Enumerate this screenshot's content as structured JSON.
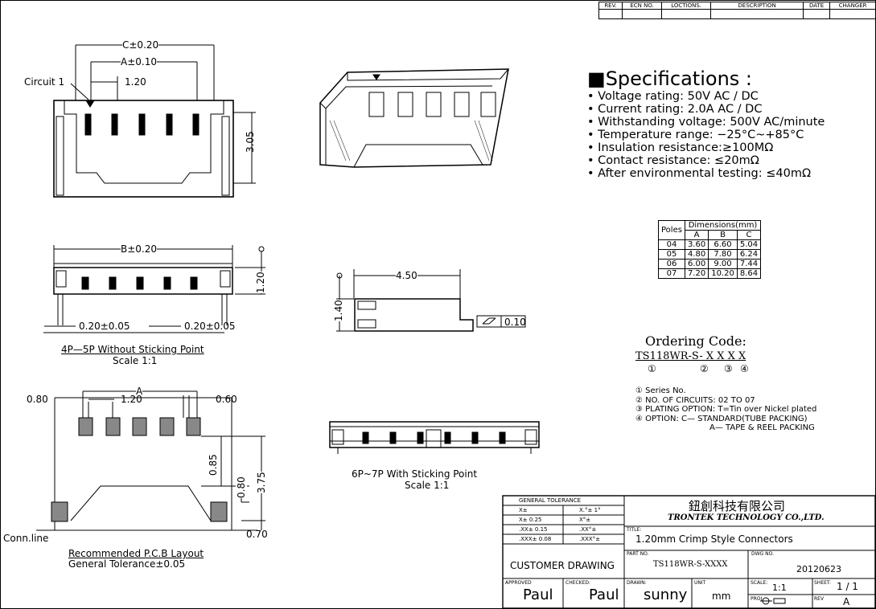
{
  "revision_table": {
    "headers": [
      "REV.",
      "ECN NO.",
      "LOCTIONS.",
      "DESCRIPTION",
      "DATE",
      "CHANGER"
    ]
  },
  "specifications": {
    "title": "Specifications :",
    "items": [
      "Voltage rating: 50V AC / DC",
      "Current rating: 2.0A  AC / DC",
      "Withstanding voltage: 500V AC/minute",
      "Temperature range: −25°C~+85°C",
      "Insulation resistance:≥100MΩ",
      "Contact resistance: ≤20mΩ",
      "After environmental testing: ≤40mΩ"
    ]
  },
  "dimensions_table": {
    "header_poles": "Poles",
    "header_group": "Dimensions(mm)",
    "columns": [
      "A",
      "B",
      "C"
    ],
    "rows": [
      [
        "04",
        "3.60",
        "6.60",
        "5.04"
      ],
      [
        "05",
        "4.80",
        "7.80",
        "6.24"
      ],
      [
        "06",
        "6.00",
        "9.00",
        "7.44"
      ],
      [
        "07",
        "7.20",
        "10.20",
        "8.64"
      ]
    ]
  },
  "ordering": {
    "title": "Ordering Code:",
    "code": "TS118WR-S- X X  X  X",
    "marks": [
      "①",
      "②",
      "③",
      "④"
    ],
    "notes": [
      "① Series No.",
      "② NO. OF CIRCUITS: 02 TO 07",
      "③ PLATING OPTION: T=Tin over Nickel plated",
      "④ OPTION: C— STANDARD(TUBE PACKING)",
      "A— TAPE & REEL PACKING"
    ]
  },
  "drawing_labels": {
    "circuit": "Circuit 1",
    "c_dim": "C±0.20",
    "a_dim": "A±0.10",
    "pitch": "1.20",
    "side_dim": "3.05",
    "b_dim": "B±0.20",
    "height": "1.20",
    "tol_left": "0.20±0.05",
    "tol_right": "0.20±0.05",
    "caption1": "4P—5P  Without Sticking Point",
    "scale1": "Scale 1:1",
    "pcb_a": "A",
    "pcb_080": "0.80",
    "pcb_120": "1.20",
    "pcb_060": "0.60",
    "pcb_085": "0.85",
    "pcb_080v": "0.80",
    "pcb_375": "3.75",
    "pcb_070": "0.70",
    "conn_line": "Conn.line",
    "pcb_caption": "Recommended P.C.B Layout",
    "pcb_tol": "General Tolerance±0.05",
    "side_450": "4.50",
    "side_140": "1.40",
    "flat": "0.10",
    "caption2": "6P~7P  With Sticking Point",
    "scale2": "Scale 1:1"
  },
  "title_block": {
    "general_tolerance": "GENERAL TOLERANCE",
    "tol_rows": [
      [
        "X±",
        "X.°± 1°"
      ],
      [
        "X± 0.25",
        "X°±"
      ],
      [
        ".XX± 0.15",
        ".XX°±"
      ],
      [
        ".XXX± 0.08",
        ".XXX°±"
      ]
    ],
    "company_cn": "鈕創科技有限公司",
    "company_en": "TRONTEK TECHNOLOGY CO.,LTD.",
    "title_label": "TITLE:",
    "title": "1.20mm Crimp Style Connectors",
    "customer_drawing": "CUSTOMER DRAWING",
    "part_no_label": "PART NO.",
    "part_no": "TS118WR-S-XXXX",
    "dwg_no_label": "DWG NO.",
    "dwg_no": "20120623",
    "approved_label": "APPROVED",
    "approved": "Paul",
    "checked_label": "CHECKED:",
    "checked": "Paul",
    "drawn_label": "DRAWN:",
    "drawn": "sunny",
    "unit_label": "UNIT",
    "unit": "mm",
    "scale_label": "SCALE:",
    "scale": "1:1",
    "sheet_label": "SHEET:",
    "sheet": "1 / 1",
    "proj_label": "PROJ.",
    "rev_label": "REV",
    "rev": "A"
  }
}
